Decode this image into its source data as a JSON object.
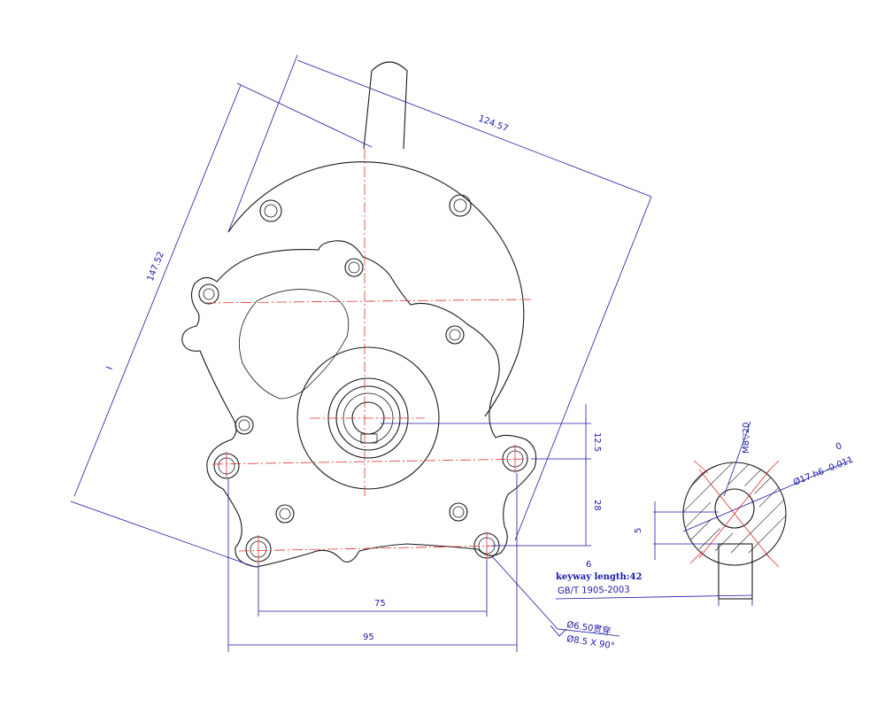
{
  "dimensions": {
    "overall_width": "124.57",
    "overall_height": "147.52",
    "shaft_offset": "12.5",
    "mount_vertical": "28",
    "mount_inner_span": "75",
    "mount_outer_span": "95",
    "hole_spec_1": "Ø6.50贯穿",
    "hole_spec_2": "Ø8.5 X 90°",
    "marker_I": "I"
  },
  "shaft_section": {
    "tap_spec": "M8▽20",
    "tolerance_upper": "0",
    "shaft_diameter": "Ø17 h6 -0.011",
    "key_height": "5",
    "key_width": "6",
    "keyway_length": "keyway length:42",
    "standard": "GB/T 1905-2003"
  },
  "colors": {
    "outline": "#1a1a1a",
    "dimension": "#1a1aa6",
    "centerline": "#e23030",
    "background": "#ffffff"
  }
}
